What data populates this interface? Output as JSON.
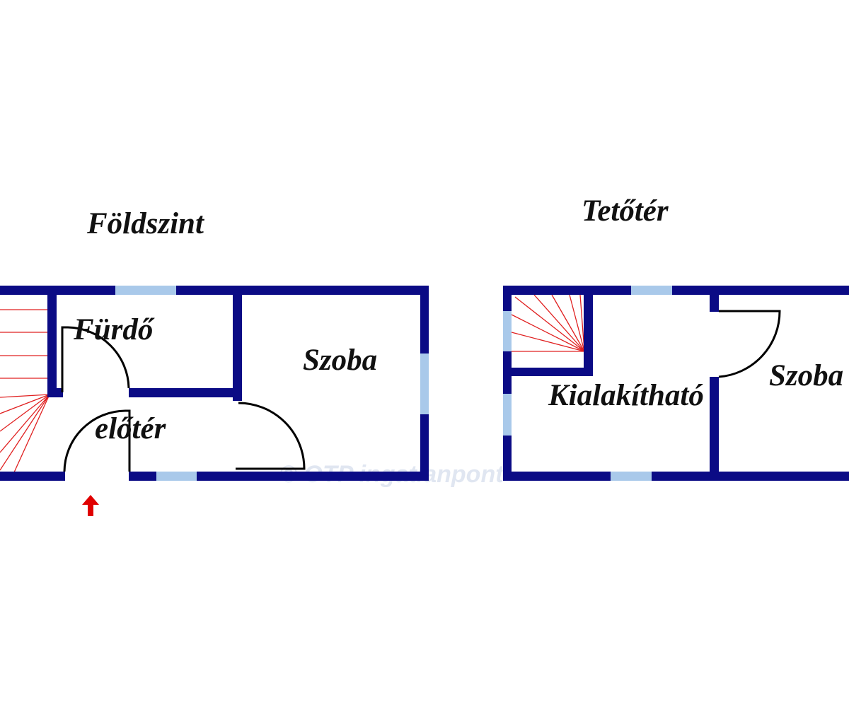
{
  "ground_floor": {
    "title": "Földszint",
    "rooms": [
      "Fürdő",
      "Szoba",
      "előtér"
    ],
    "entrance_marker": "entrance-arrow"
  },
  "attic": {
    "title": "Tetőtér",
    "rooms": [
      "Kialakítható",
      "Szoba"
    ]
  },
  "watermark": "© OTP ingatlanpont",
  "colors": {
    "wall": "#0b0b85",
    "window": "#a9c9ea",
    "stairs": "#e02020",
    "arrow": "#e00000"
  }
}
